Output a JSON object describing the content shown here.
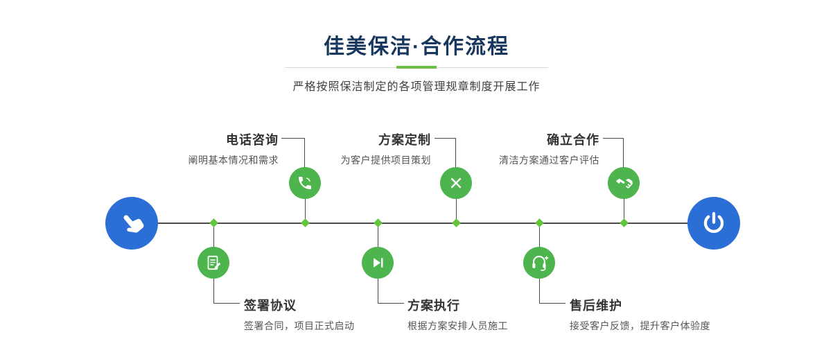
{
  "header": {
    "title": "佳美保洁·合作流程",
    "subtitle": "严格按照保洁制定的各项管理规章制度开展工作"
  },
  "process": {
    "start": {
      "icon": "hand-pointer-icon"
    },
    "end": {
      "icon": "power-icon"
    },
    "top_steps": [
      {
        "title": "电话咨询",
        "desc": "阐明基本情况和需求",
        "icon": "phone-icon"
      },
      {
        "title": "方案定制",
        "desc": "为客户提供项目策划",
        "icon": "design-tools-icon"
      },
      {
        "title": "确立合作",
        "desc": "清洁方案通过客户评估",
        "icon": "handshake-icon"
      }
    ],
    "bottom_steps": [
      {
        "title": "签署协议",
        "desc": "签署合同，项目正式启动",
        "icon": "contract-icon"
      },
      {
        "title": "方案执行",
        "desc": "根据方案安排人员施工",
        "icon": "play-execute-icon"
      },
      {
        "title": "售后维护",
        "desc": "接受客户反馈，提升客户体验度",
        "icon": "headset-support-icon"
      }
    ],
    "colors": {
      "accent_blue": "#2b6fd6",
      "accent_green": "#4eb44e",
      "diamond_green": "#63c43e",
      "title_navy": "#17375e"
    }
  }
}
